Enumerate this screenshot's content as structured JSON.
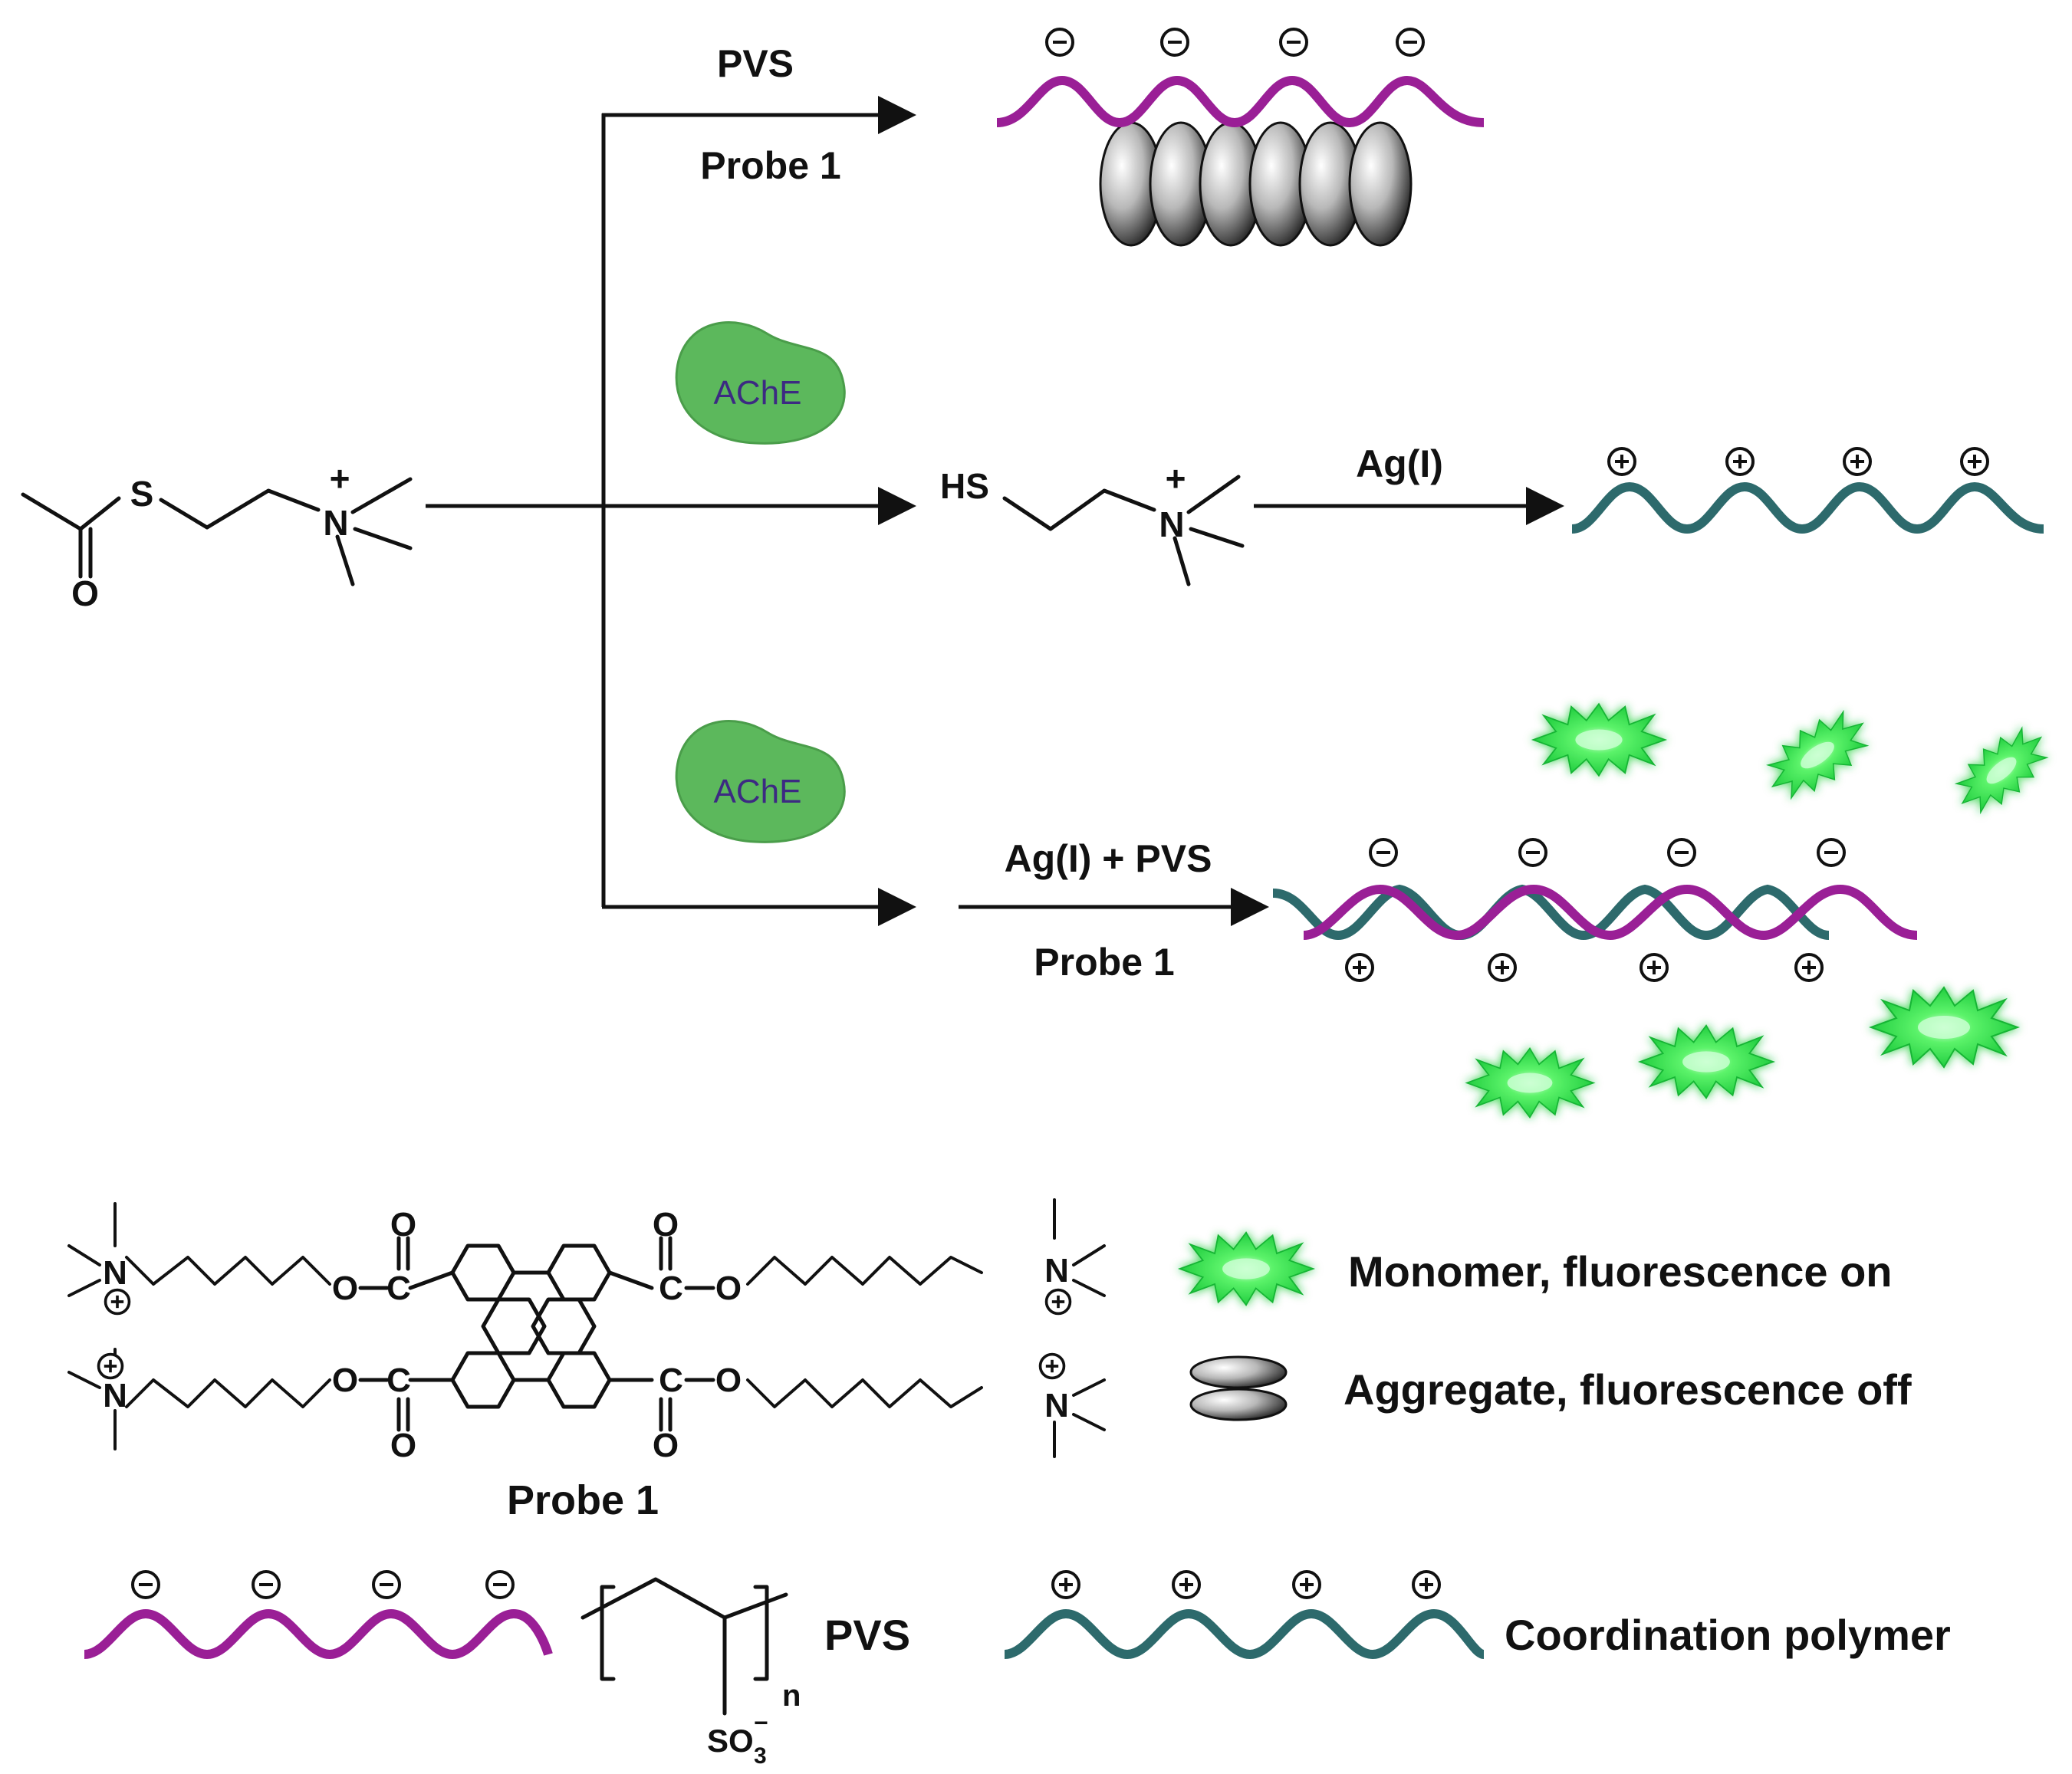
{
  "reagents": {
    "top_above": "PVS",
    "top_below": "Probe 1",
    "middle_enzyme": "AChE",
    "bottom_enzyme": "AChE",
    "middle_second_step": "Ag(I)",
    "bottom_above": "Ag(I) + PVS",
    "bottom_below": "Probe 1"
  },
  "chemistry": {
    "substrate_S": "S",
    "substrate_O": "O",
    "substrate_N": "N",
    "substrate_plus": "+",
    "thiol_HS": "HS",
    "thiol_N": "N",
    "thiol_plus": "+",
    "probe_O": "O",
    "probe_C": "C",
    "probe_N": "N",
    "so3": "SO",
    "so3_sub": "3",
    "so3_sup": "−",
    "poly_n": "n"
  },
  "legend": {
    "monomer": "Monomer,  fluorescence on",
    "aggregate": "Aggregate, fluorescence off",
    "probe_label": "Probe 1",
    "pvs_label": "PVS",
    "coord_label": "Coordination polymer"
  },
  "colors": {
    "pvs": "#9a1f96",
    "coordination": "#2d6a6c",
    "enzyme": "#5cb85c",
    "monomer": "#22d84a"
  }
}
